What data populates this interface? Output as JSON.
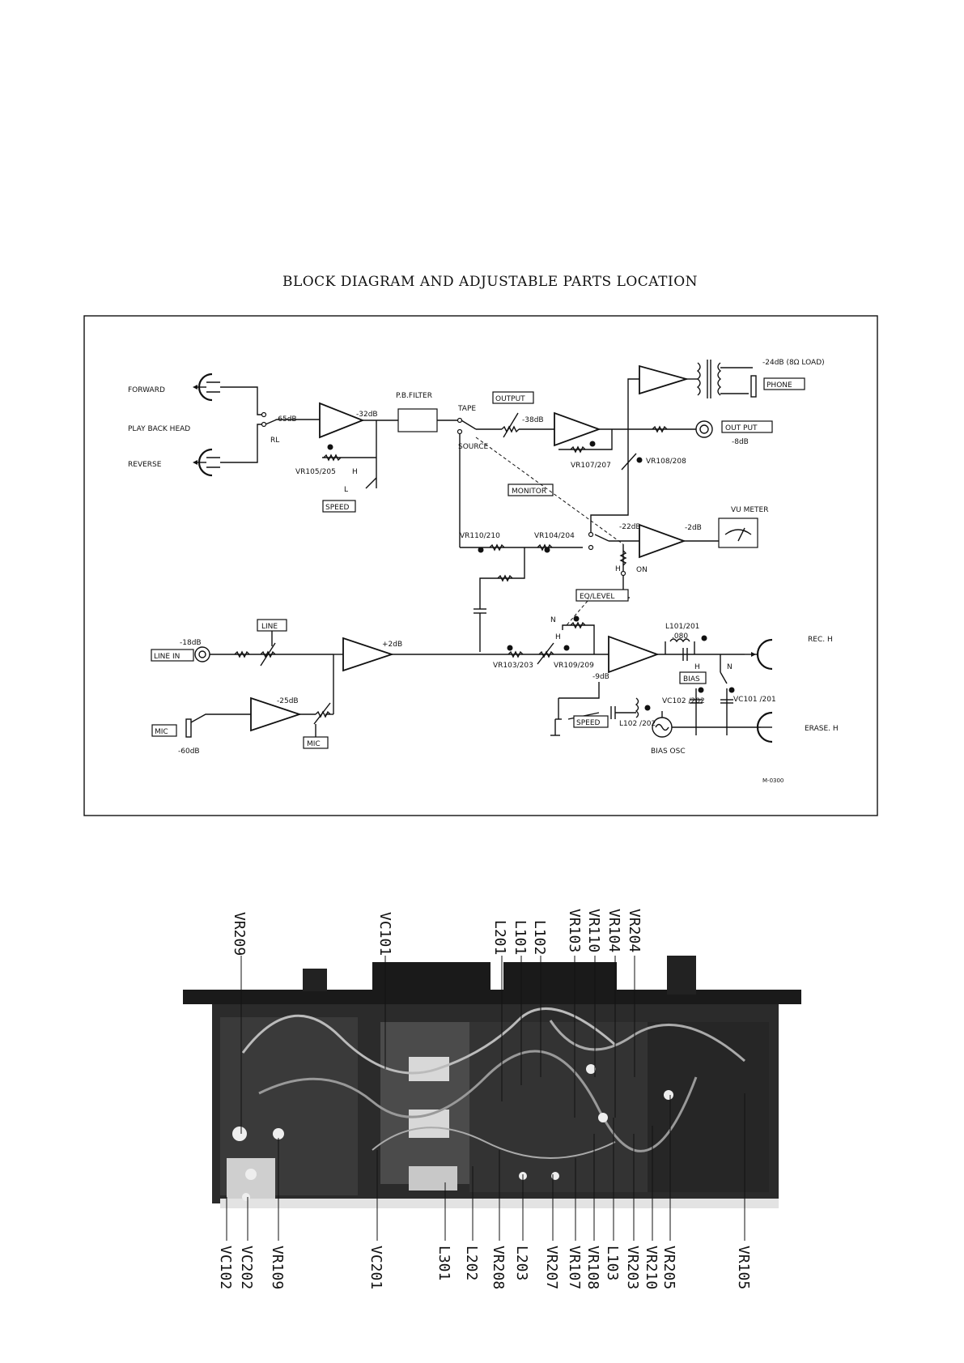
{
  "title": "BLOCK DIAGRAM AND ADJUSTABLE PARTS LOCATION",
  "block_diagram": {
    "inputs": {
      "forward": "FORWARD",
      "playback_head": "PLAY BACK HEAD",
      "reverse": "REVERSE",
      "line_in": "LINE IN",
      "mic": "MIC"
    },
    "switches": {
      "rl": "RL",
      "tape": "TAPE",
      "source": "SOURCE",
      "h": "H",
      "l": "L",
      "n": "N",
      "on": "ON"
    },
    "boxed_labels": {
      "speed": "SPEED",
      "output": "OUTPUT",
      "monitor": "MONITOR",
      "line": "LINE",
      "mic_vr": "MIC",
      "eq_level": "EQ/LEVEL",
      "bias": "BIAS",
      "speed2": "SPEED",
      "phone": "PHONE",
      "out_put": "OUT PUT"
    },
    "levels": {
      "l_65": "-65dB",
      "l_32": "-32dB",
      "l_38": "-38dB",
      "l_24": "-24dB (8Ω LOAD)",
      "l_8": "-8dB",
      "l_22": "-22dB",
      "l_2": "-2dB",
      "l_18": "-18dB",
      "l_25": "-25dB",
      "l_60": "-60dB",
      "l_p2": "+2dB",
      "l_9": "-9dB"
    },
    "blocks": {
      "pb_filter": "P.B.FILTER",
      "vu_meter": "VU METER",
      "bias_osc": "BIAS OSC",
      "rec_h": "REC. H",
      "erase_h": "ERASE. H"
    },
    "parts": {
      "vr105": "VR105/205",
      "vr107": "VR107/207",
      "vr108": "VR108/208",
      "vr110": "VR110/210",
      "vr104": "VR104/204",
      "vr103": "VR103/203",
      "vr109": "VR109/209",
      "l101": "L101/201",
      "l101_val": ".080",
      "l102": "L102 /202",
      "vc102": "VC102 /202",
      "vc101": "VC101 /201"
    },
    "code": "M-0300"
  },
  "photo_labels": {
    "top": [
      "VR209",
      "VC101",
      "L201",
      "L101",
      "L102",
      "VR103",
      "VR110",
      "VR104",
      "VR204"
    ],
    "bottom": [
      "VC102",
      "VC202",
      "VR109",
      "VC201",
      "L301",
      "L202",
      "VR208",
      "L203",
      "VR207",
      "VR107",
      "VR108",
      "L103",
      "VR203",
      "VR210",
      "VR205",
      "VR105"
    ]
  },
  "colors": {
    "ink": "#111111",
    "paper": "#ffffff"
  }
}
